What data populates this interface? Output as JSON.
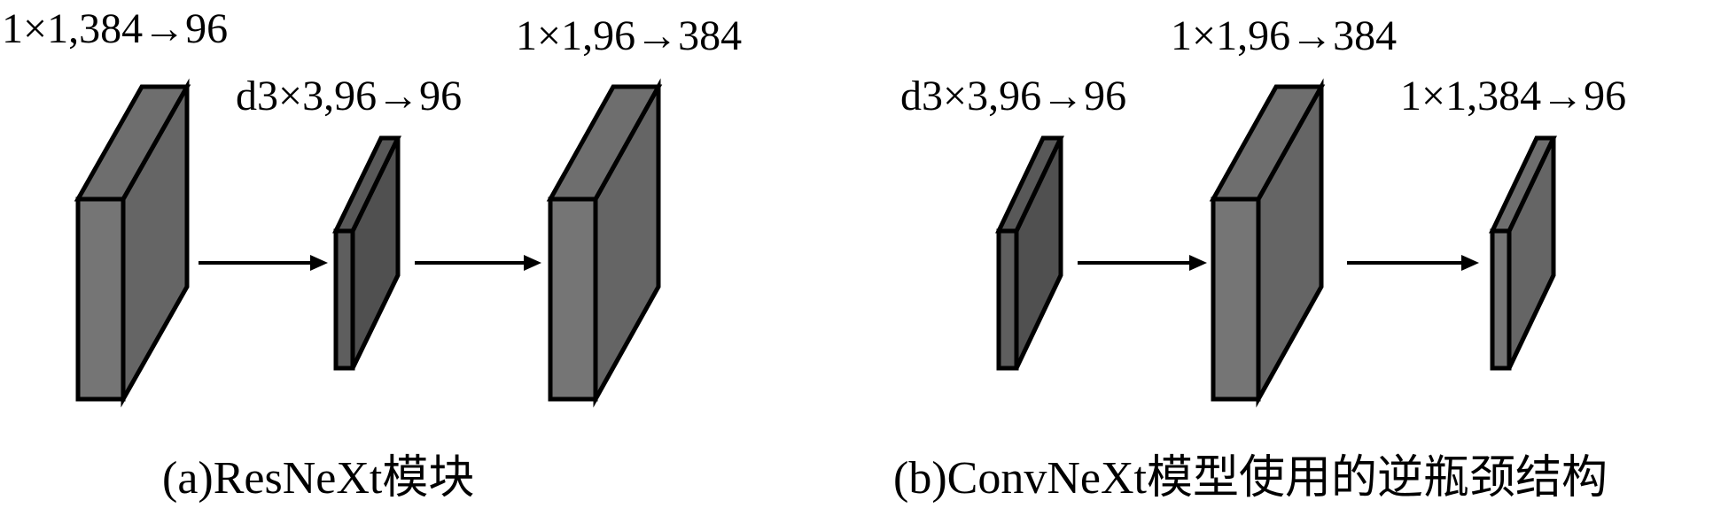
{
  "colors": {
    "wide_front": "#757575",
    "wide_side": "#656565",
    "wide_top": "#6e6e6e",
    "narrow_front": "#5e5e5e",
    "narrow_side": "#505050",
    "narrow_top": "#585858",
    "outline": "#000000",
    "text": "#000000"
  },
  "panel_a": {
    "caption": "(a)ResNeXt模块",
    "block1_label": "1×1,384→96",
    "block2_label": "d3×3,96→96",
    "block3_label": "1×1,96→384"
  },
  "panel_b": {
    "caption": "(b)ConvNeXt模型使用的逆瓶颈结构",
    "block1_label": "d3×3,96→96",
    "block2_label": "1×1,96→384",
    "block3_label": "1×1,384→96"
  }
}
